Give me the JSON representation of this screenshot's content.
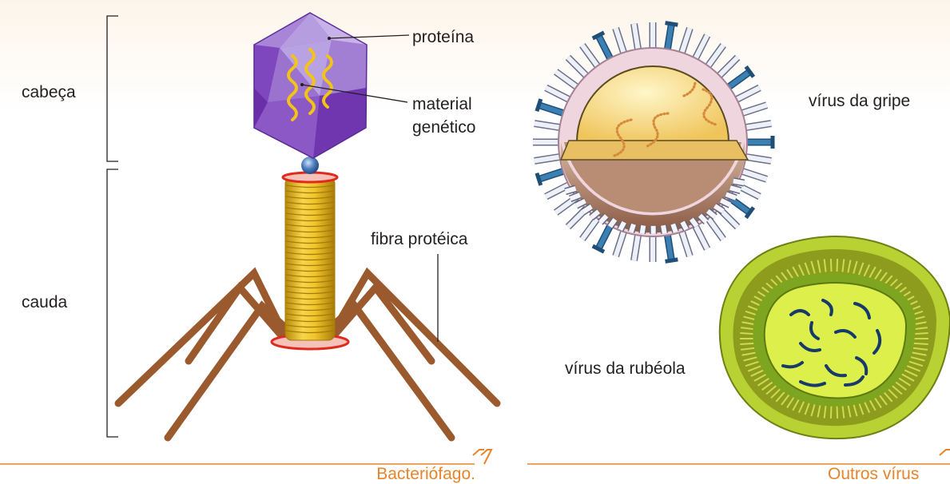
{
  "labels": {
    "head": "cabeça",
    "tail": "cauda",
    "protein": "proteína",
    "genetic_line1": "material",
    "genetic_line2": "genético",
    "tail_fiber": "fibra protéica",
    "flu": "vírus da gripe",
    "rubella": "vírus da rubéola"
  },
  "captions": {
    "left": "Bacteriófago.",
    "right": "Outros vírus"
  },
  "colors": {
    "caption": "#e8842b",
    "capsid": "#8f5cc4",
    "dna": "#f3c316",
    "tail": "#d9a411",
    "tail_fiber": "#9a5a2e",
    "flu_spikes": "#3b7fb3",
    "rubella": "#b9d233"
  }
}
